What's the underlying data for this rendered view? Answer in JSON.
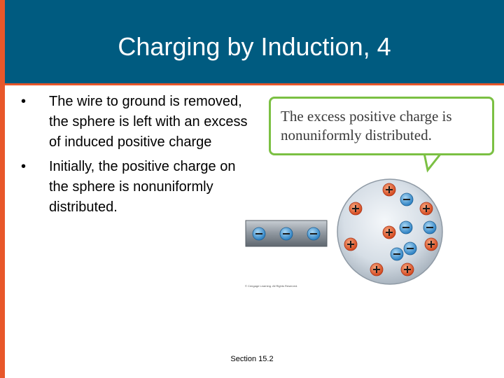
{
  "slide": {
    "title": "Charging by Induction, 4",
    "bullets": [
      "The wire to ground is removed, the sphere is left with an excess of induced positive charge",
      "Initially, the positive charge on the sphere is nonuniformly distributed."
    ],
    "footer": "Section 15.2"
  },
  "figure": {
    "callout_text": "The excess positive charge is nonuniformly distributed.",
    "copyright": "© Cengage Learning. All Rights Reserved.",
    "positive_symbol": "+",
    "negative_symbol": "−",
    "rod_negative_charges": 3,
    "sphere_positive_charges": 8,
    "sphere_negative_charges": 5
  },
  "colors": {
    "title_bar": "#005b80",
    "accent": "#e8572a",
    "callout_border": "#7bc043",
    "positive_charge": "#e0552b",
    "negative_charge": "#3a8fcf"
  }
}
